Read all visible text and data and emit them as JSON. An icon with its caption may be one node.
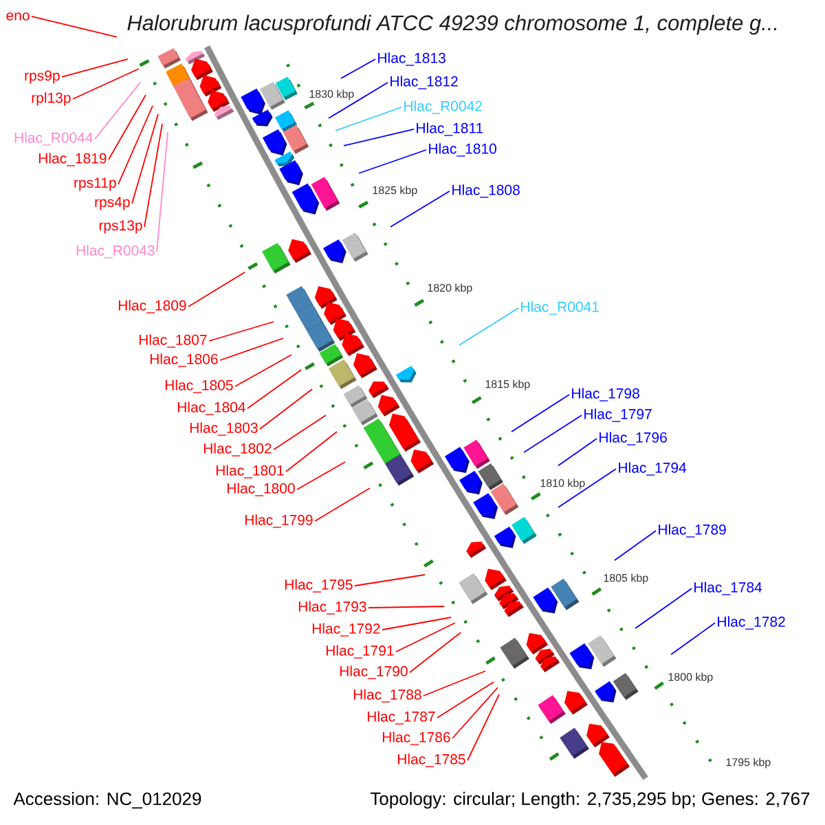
{
  "diagram": {
    "title": "Halorubrum lacusprofundi ATCC 49239 chromosome 1, complete g...",
    "nodes": [
      {
        "text": [
          "eno"
        ]
      },
      {
        "text": [
          "rps9p"
        ]
      },
      {
        "text": [
          "rpl13p"
        ]
      },
      {
        "text": [
          "Hlac_R0044"
        ]
      },
      {
        "text": [
          "Hlac_1819"
        ]
      },
      {
        "text": [
          "rps11p"
        ]
      },
      {
        "text": [
          "rps4p"
        ]
      },
      {
        "text": [
          "rps13p"
        ]
      },
      {
        "text": [
          "Hlac_R0043"
        ]
      },
      {
        "text": [
          "Hlac_1809"
        ]
      },
      {
        "text": [
          "Hlac_1807"
        ]
      },
      {
        "text": [
          "Hlac_1806"
        ]
      },
      {
        "text": [
          "Hlac_1805"
        ]
      },
      {
        "text": [
          "Hlac_1804"
        ]
      },
      {
        "text": [
          "Hlac_1803"
        ]
      },
      {
        "text": [
          "Hlac_1802"
        ]
      },
      {
        "text": [
          "Hlac_1801"
        ]
      },
      {
        "text": [
          "Hlac_1800"
        ]
      },
      {
        "text": [
          "Hlac_1799"
        ]
      },
      {
        "text": [
          "Hlac_1795"
        ]
      },
      {
        "text": [
          "Hlac_1793"
        ]
      },
      {
        "text": [
          "Hlac_1792"
        ]
      },
      {
        "text": [
          "Hlac_1791"
        ]
      },
      {
        "text": [
          "Hlac_1790"
        ]
      },
      {
        "text": [
          "Hlac_1788"
        ]
      },
      {
        "text": [
          "Hlac_1787"
        ]
      },
      {
        "text": [
          "Hlac_1786"
        ]
      },
      {
        "text": [
          "Hlac_1785"
        ]
      },
      {
        "text": [
          "Hlac_1813"
        ]
      },
      {
        "text": [
          "Hlac_1812"
        ]
      },
      {
        "text": [
          "Hlac_R0042"
        ]
      },
      {
        "text": [
          "Hlac_1811"
        ]
      },
      {
        "text": [
          "Hlac_1810"
        ]
      },
      {
        "text": [
          "Hlac_1808"
        ]
      },
      {
        "text": [
          "Hlac_R0041"
        ]
      },
      {
        "text": [
          "Hlac_1798"
        ]
      },
      {
        "text": [
          "Hlac_1797"
        ]
      },
      {
        "text": [
          "Hlac_1796"
        ]
      },
      {
        "text": [
          "Hlac_1794"
        ]
      },
      {
        "text": [
          "Hlac_1789"
        ]
      },
      {
        "text": [
          "Hlac_1784"
        ]
      },
      {
        "text": [
          "Hlac_1782"
        ]
      }
    ],
    "edges": [
      {
        "from": 0,
        "to": null,
        "arrow": "none"
      },
      {
        "from": 1,
        "to": null,
        "arrow": "none"
      },
      {
        "from": 2,
        "to": null,
        "arrow": "none"
      },
      {
        "from": 3,
        "to": null,
        "arrow": "none",
        "color": "#ff88cc"
      },
      {
        "from": 4,
        "to": null,
        "arrow": "none"
      },
      {
        "from": 5,
        "to": null,
        "arrow": "none"
      },
      {
        "from": 6,
        "to": null,
        "arrow": "none"
      },
      {
        "from": 7,
        "to": null,
        "arrow": "none"
      },
      {
        "from": 8,
        "to": null,
        "arrow": "none",
        "color": "#ff88cc"
      },
      {
        "from": 9,
        "to": null,
        "arrow": "none"
      },
      {
        "from": 10,
        "to": null,
        "arrow": "none"
      },
      {
        "from": 11,
        "to": null,
        "arrow": "none"
      },
      {
        "from": 12,
        "to": null,
        "arrow": "none"
      },
      {
        "from": 13,
        "to": null,
        "arrow": "none"
      },
      {
        "from": 14,
        "to": null,
        "arrow": "none"
      },
      {
        "from": 15,
        "to": null,
        "arrow": "none"
      },
      {
        "from": 16,
        "to": null,
        "arrow": "none"
      },
      {
        "from": 17,
        "to": null,
        "arrow": "none"
      },
      {
        "from": 18,
        "to": null,
        "arrow": "none"
      },
      {
        "from": 19,
        "to": null,
        "arrow": "none"
      },
      {
        "from": 20,
        "to": null,
        "arrow": "none"
      },
      {
        "from": 21,
        "to": null,
        "arrow": "none"
      },
      {
        "from": 22,
        "to": null,
        "arrow": "none"
      },
      {
        "from": 23,
        "to": null,
        "arrow": "none"
      },
      {
        "from": 24,
        "to": null,
        "arrow": "none"
      },
      {
        "from": 25,
        "to": null,
        "arrow": "none"
      },
      {
        "from": 26,
        "to": null,
        "arrow": "none"
      },
      {
        "from": 27,
        "to": null,
        "arrow": "none"
      },
      {
        "from": 28,
        "to": null,
        "arrow": "none",
        "color": "#0000ff"
      },
      {
        "from": 29,
        "to": null,
        "arrow": "none",
        "color": "#0000ff"
      },
      {
        "from": 30,
        "to": null,
        "arrow": "none",
        "color": "#33ccff"
      },
      {
        "from": 31,
        "to": null,
        "arrow": "none",
        "color": "#0000ff"
      },
      {
        "from": 32,
        "to": null,
        "arrow": "none",
        "color": "#0000ff"
      },
      {
        "from": 33,
        "to": null,
        "arrow": "none",
        "color": "#0000ff"
      },
      {
        "from": 34,
        "to": null,
        "arrow": "none",
        "color": "#33ccff"
      },
      {
        "from": 35,
        "to": null,
        "arrow": "none",
        "color": "#0000ff"
      },
      {
        "from": 36,
        "to": null,
        "arrow": "none",
        "color": "#0000ff"
      },
      {
        "from": 37,
        "to": null,
        "arrow": "none",
        "color": "#0000ff"
      },
      {
        "from": 38,
        "to": null,
        "arrow": "none",
        "color": "#0000ff"
      },
      {
        "from": 39,
        "to": null,
        "arrow": "none",
        "color": "#0000ff"
      },
      {
        "from": 40,
        "to": null,
        "arrow": "none",
        "color": "#0000ff"
      },
      {
        "from": 41,
        "to": null,
        "arrow": "none",
        "color": "#0000ff"
      }
    ],
    "labels": [
      "1830 kbp",
      "1825 kbp",
      "1820 kbp",
      "1815 kbp",
      "1810 kbp",
      "1805 kbp",
      "1800 kbp",
      "1795 kbp",
      "Accession: NC_012029",
      "Topology: circular; Length: 2,735,295 bp; Genes: 2,767"
    ]
  }
}
